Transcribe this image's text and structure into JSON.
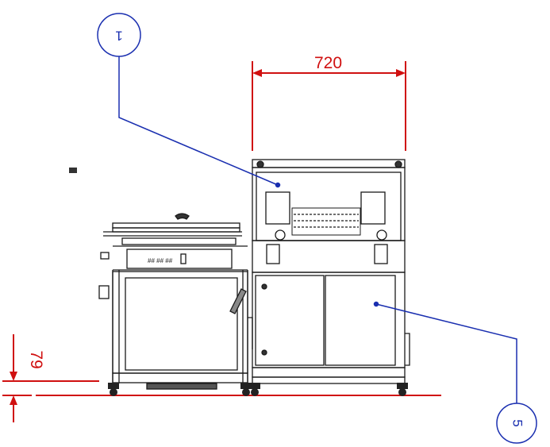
{
  "drawing": {
    "callouts": [
      {
        "id": "callout-1",
        "label": "1"
      },
      {
        "id": "callout-5",
        "label": "5"
      }
    ],
    "dimensions": {
      "width": "720",
      "height": "79"
    },
    "colors": {
      "dimension": "#d01010",
      "callout": "#1a2fb0",
      "outline": "#1a1a1a"
    }
  }
}
